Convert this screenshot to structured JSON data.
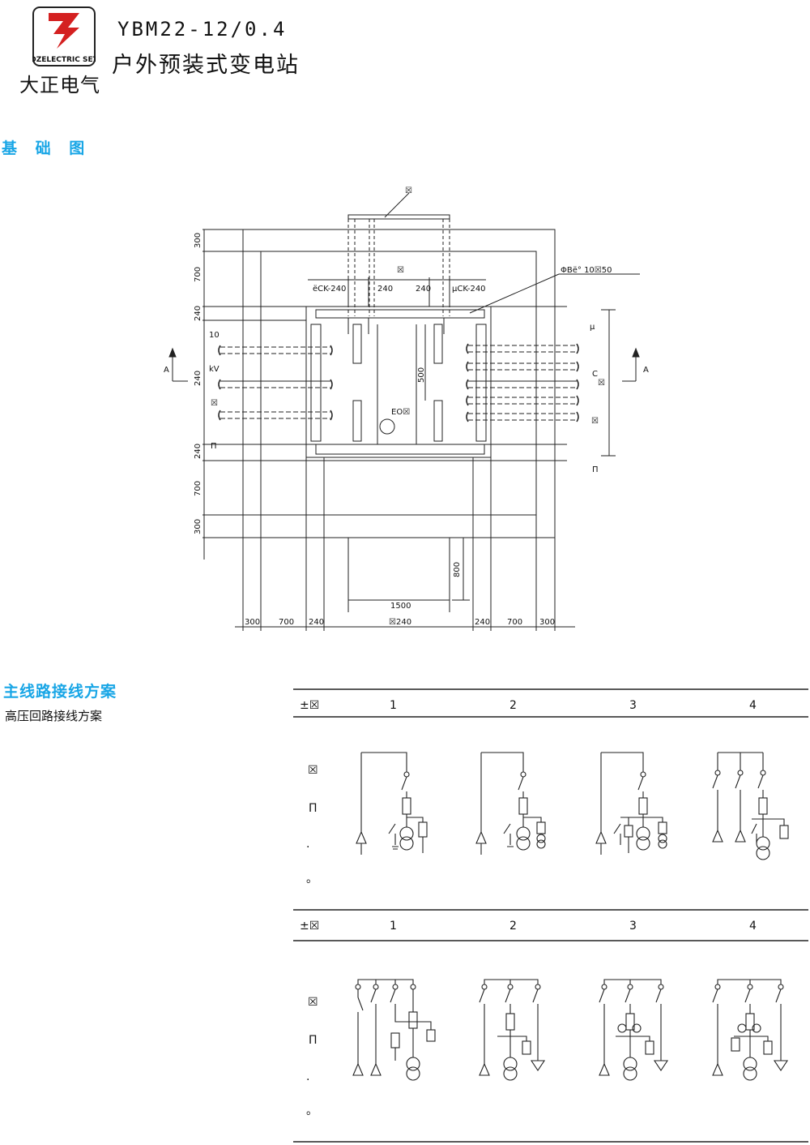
{
  "header": {
    "logo_text": "DZELECTRIC SET",
    "brand_cn": "大正电气",
    "model": "YBM22-12/0.4",
    "product": "户外预装式变电站"
  },
  "foundation": {
    "title": "基 础 图",
    "top_label": "☒",
    "dims_left": [
      "300",
      "700",
      "240",
      "240",
      "240",
      "700",
      "300"
    ],
    "dims_bottom": [
      "300",
      "700",
      "240",
      "☒240",
      "240",
      "700",
      "300"
    ],
    "dim_1500": "1500",
    "dim_800": "800",
    "dim_500": "500",
    "dim_240_a": "240",
    "dim_240_b": "240",
    "label_left_240": "ëCK-240",
    "label_right_240": "µCK-240",
    "label_pipe": "ΦBë° 10☒50",
    "label_10": "10",
    "label_kv": "kV",
    "label_mu": "µ",
    "label_c": "C",
    "label_pi_left": "Π",
    "label_pi_right": "Π",
    "label_eo": "EO☒",
    "label_a_left": "A",
    "label_a_right": "A",
    "box_symbol": "☒"
  },
  "wiring": {
    "title": "主线路接线方案",
    "subtitle": "高压回路接线方案",
    "row_header_symbol": "±☒",
    "columns": [
      "1",
      "2",
      "3",
      "4"
    ],
    "side_labels": [
      "☒",
      "Π",
      ".",
      "。"
    ]
  }
}
